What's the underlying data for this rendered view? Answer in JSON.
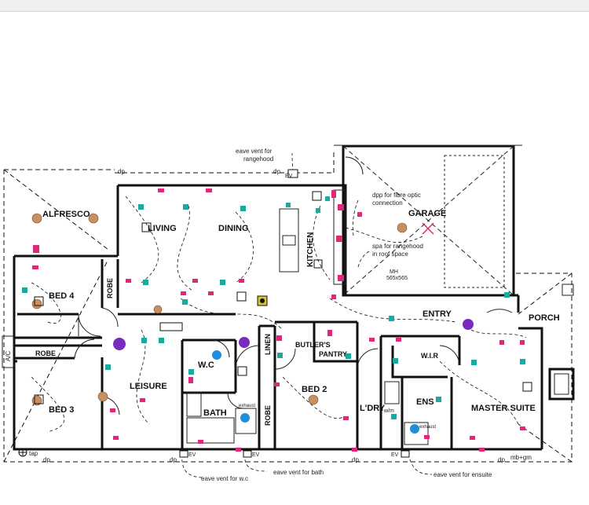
{
  "rooms": {
    "alfresco": "ALFRESCO",
    "living": "LIVING",
    "dining": "DINING",
    "kitchen": "KITCHEN",
    "garage": "GARAGE",
    "bed4": "BED 4",
    "robe_v1": "ROBE",
    "robe_h": "ROBE",
    "bed3": "BED 3",
    "leisure": "LEISURE",
    "wc": "W.C",
    "bath": "BATH",
    "linen": "LINEN",
    "robe_v2": "ROBE",
    "butlers_pantry": "BUTLER'S",
    "pantry": "PANTRY",
    "bed2": "BED 2",
    "entry": "ENTRY",
    "porch": "PORCH",
    "wir": "W.I.R",
    "ldry": "L'DRY",
    "ens": "ENS",
    "master_suite": "MASTER SUITE",
    "ac": "A/C"
  },
  "notes": {
    "eave_rangehood_1": "eave vent for",
    "eave_rangehood_2": "rangehood",
    "dpp_fibre_1": "dpp for fibre optic",
    "dpp_fibre_2": "connection",
    "spa_rangehood_1": "spa for rangehood",
    "spa_rangehood_2": "in roof space",
    "eave_wc": "eave vent for w.c",
    "eave_bath": "eave vent for bath",
    "eave_ensuite": "eave vent for ensuite",
    "dp": "dp",
    "ev": "EV",
    "tap": "tap",
    "mb_gm": "mb+gm",
    "w_m": "w/m",
    "exhaust": "exhaust",
    "mh_1": "MH",
    "mh_2": "565x565"
  },
  "colors": {
    "outlet": "#e0287a",
    "switch": "#1fa8a0",
    "downlight": "#c89060",
    "fan": "#7a2bbf",
    "exhaust": "#1e8fd8",
    "wall": "#111111"
  }
}
